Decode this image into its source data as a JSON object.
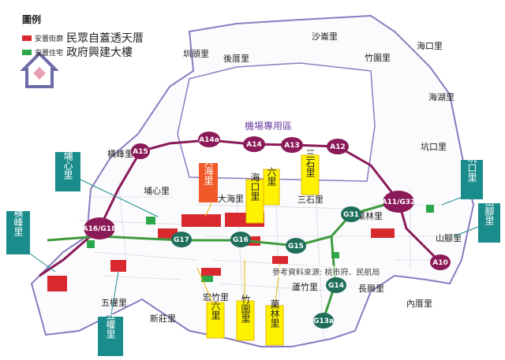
{
  "legend": {
    "title": "圖例",
    "items": [
      {
        "swatch_color": "#d8292f",
        "small_label": "安置街廓",
        "big_label": "民眾自蓋透天厝"
      },
      {
        "swatch_color": "#2aa84a",
        "small_label": "安置住宅",
        "big_label": "政府興建大樓"
      }
    ]
  },
  "airport_label": "機場專用區",
  "source_note": "參考資料來源: 桃市府、民航局",
  "village_labels": [
    "圳頭里",
    "後厝里",
    "沙崙里",
    "竹圍里",
    "海口里",
    "海湖里",
    "坑口里",
    "橫峰里",
    "埔心里",
    "大海里",
    "三石里",
    "菓林里",
    "山腳里",
    "宏竹里",
    "蘆竹里",
    "長興里",
    "內厝里",
    "五權里",
    "新莊里"
  ],
  "stations_red": [
    "A14a",
    "A14",
    "A13",
    "A12",
    "A15",
    "A16/G18",
    "A11/G32",
    "A10"
  ],
  "stations_green": [
    "G17",
    "G16",
    "G15",
    "G31",
    "G14",
    "G13a"
  ],
  "callouts_teal": [
    "埔心里",
    "橫峰里",
    "五權里",
    "坑口里",
    "山腳里"
  ],
  "callouts_orange": [
    "大海里"
  ],
  "callouts_yellow": [
    "海口里",
    "六里",
    "三石里",
    "六里",
    "竹圍里",
    "菓林里"
  ],
  "colors": {
    "red_line": "#8a1a58",
    "green_line": "#3e9a3c",
    "teal_box": "#1b8c8c",
    "orange_box": "#f05a28",
    "yellow_box": "#fff200",
    "district_border": "#8b7bc0"
  }
}
